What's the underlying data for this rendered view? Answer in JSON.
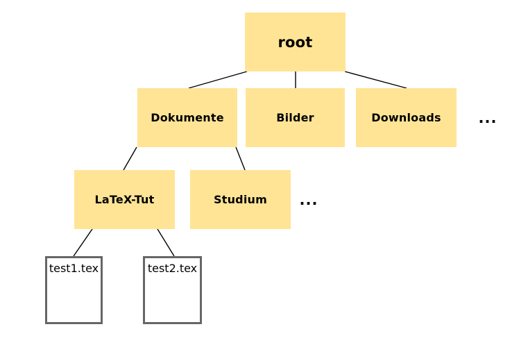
{
  "diagram": {
    "type": "tree",
    "description": "File system directory hierarchy",
    "colors": {
      "folder_fill": "#ffe496",
      "file_fill": "#ffffff",
      "file_border": "#666666",
      "edge_line": "#000000",
      "text": "#000000",
      "background": "#ffffff"
    },
    "nodes": {
      "root": {
        "label": "root",
        "type": "folder"
      },
      "dokumente": {
        "label": "Dokumente",
        "type": "folder"
      },
      "bilder": {
        "label": "Bilder",
        "type": "folder"
      },
      "downloads": {
        "label": "Downloads",
        "type": "folder"
      },
      "more_level1": {
        "label": "...",
        "type": "ellipsis"
      },
      "latex_tut": {
        "label": "LaTeX-Tut",
        "type": "folder"
      },
      "studium": {
        "label": "Studium",
        "type": "folder"
      },
      "more_level2": {
        "label": "...",
        "type": "ellipsis"
      },
      "test1": {
        "label": "test1.tex",
        "type": "file"
      },
      "test2": {
        "label": "test2.tex",
        "type": "file"
      }
    },
    "edges": [
      {
        "from": "root",
        "to": "dokumente"
      },
      {
        "from": "root",
        "to": "bilder"
      },
      {
        "from": "root",
        "to": "downloads"
      },
      {
        "from": "dokumente",
        "to": "latex_tut"
      },
      {
        "from": "dokumente",
        "to": "studium"
      },
      {
        "from": "latex_tut",
        "to": "test1"
      },
      {
        "from": "latex_tut",
        "to": "test2"
      }
    ]
  }
}
